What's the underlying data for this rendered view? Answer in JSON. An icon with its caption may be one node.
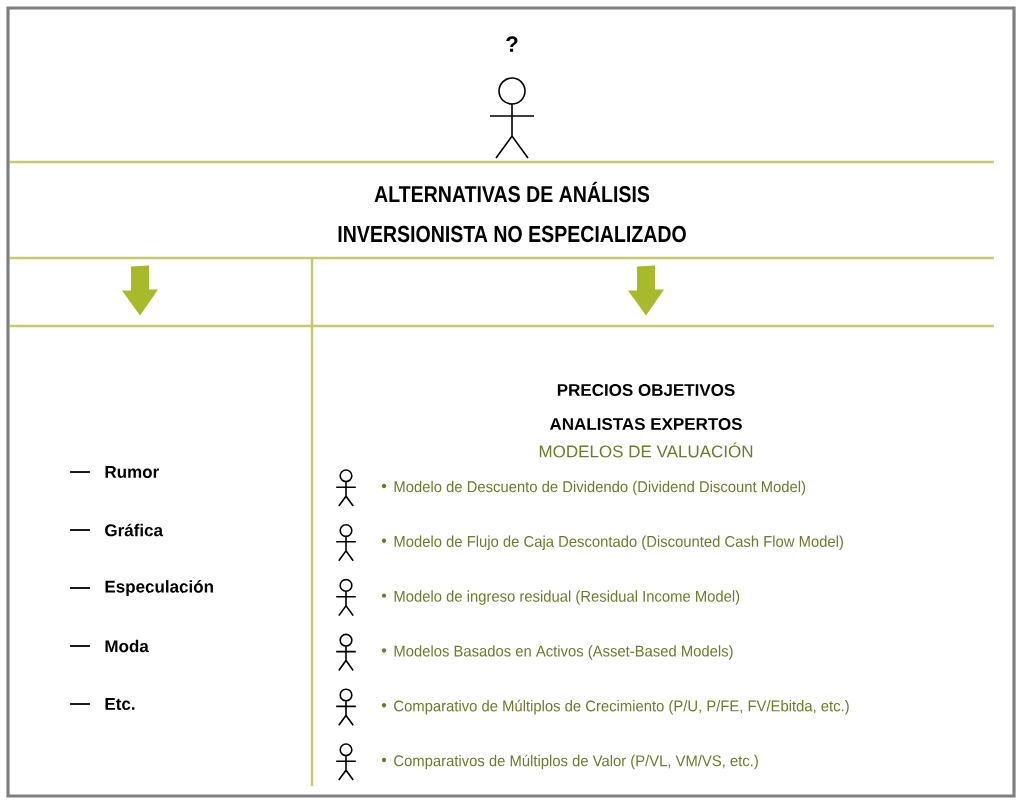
{
  "diagram": {
    "nodes": [
      {
        "text": [],
        "shape": "person",
        "beside": [
          "?"
        ]
      },
      {
        "text": [
          "ALTERNATIVAS DE ANÁLISIS",
          "INVERSIONISTA NO ESPECIALIZADO"
        ]
      },
      {
        "text": [
          "Rumor",
          "Gráfica",
          "Especulación",
          "Moda",
          "Etc."
        ]
      },
      {
        "text": [
          "PRECIOS OBJETIVOS",
          "ANALISTAS EXPERTOS",
          "MODELOS DE VALUACIÓN",
          "Modelo de Descuento de Dividendo (Dividend Discount Model)",
          "Modelo de Flujo de Caja Descontado (Discounted Cash Flow Model)",
          "Modelo de ingreso residual (Residual Income Model)",
          "Modelos Basados en Activos (Asset-Based Models)",
          "Comparativo de Múltiplos de Crecimiento (P/U, P/FE, FV/Ebitda, etc.)",
          "Comparativos de Múltiplos de Valor (P/VL, VM/VS, etc.)"
        ]
      }
    ],
    "edges": [
      {
        "from": 1,
        "to": 2,
        "arrow": "to"
      },
      {
        "from": 1,
        "to": 3,
        "arrow": "to"
      }
    ]
  }
}
